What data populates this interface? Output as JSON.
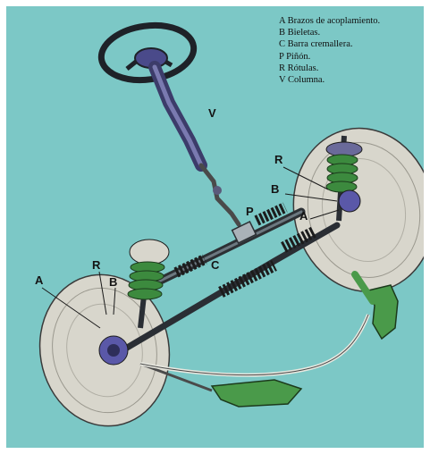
{
  "legend": {
    "items": [
      "A Brazos de acoplamiento.",
      "B Bieletas.",
      "C Barra cremallera.",
      "P Piñón.",
      "R Rótulas.",
      "V Columna."
    ]
  },
  "labels": {
    "V": "V",
    "R_right": "R",
    "B_right": "B",
    "P": "P",
    "A_right": "A",
    "C": "C",
    "R_left": "R",
    "B_left": "B",
    "A_left": "A"
  },
  "colors": {
    "background": "#7cc8c6",
    "frame": "#ffffff",
    "spring": "#3c8a3e",
    "arm": "#4a9a4a",
    "hub": "#5a58a8",
    "tire": "#d8d6cc",
    "metal": "#5e6a72"
  }
}
